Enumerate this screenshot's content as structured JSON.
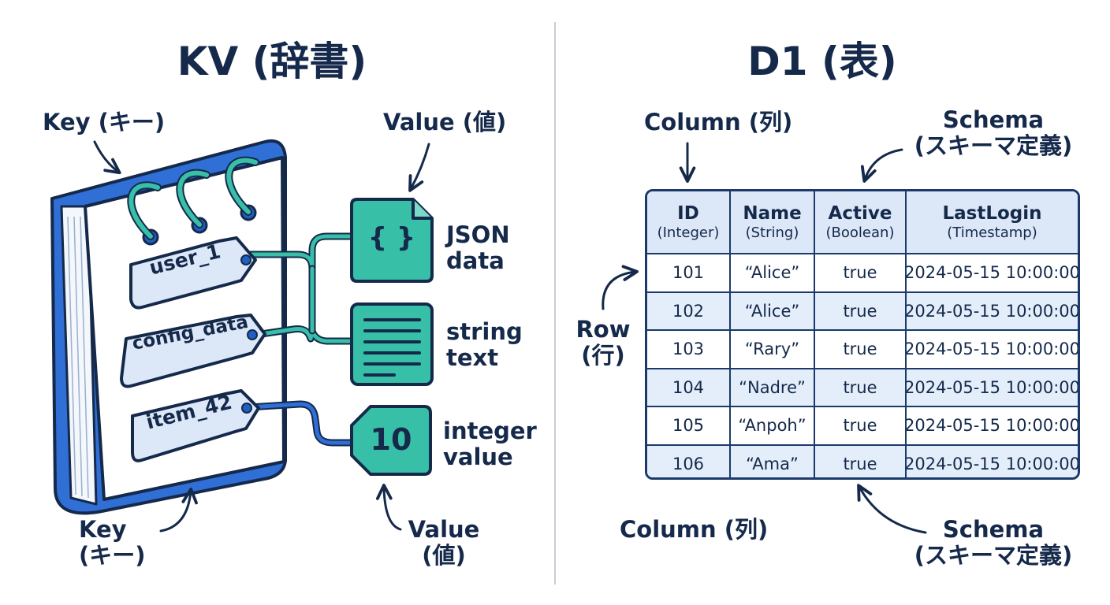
{
  "kv": {
    "title": "KV (辞書)",
    "key_label_top": "Key (キー)",
    "value_label_top": "Value (値)",
    "key_label_bottom": [
      "Key",
      "(キー)"
    ],
    "value_label_bottom": [
      "Value",
      "(値)"
    ],
    "keys": [
      "user_1",
      "config_data",
      "item_42"
    ],
    "values": [
      {
        "icon": "{ }",
        "caption": [
          "JSON",
          "data"
        ],
        "icon_name": "json-file-icon"
      },
      {
        "icon": "",
        "caption": [
          "string",
          "text"
        ],
        "icon_name": "text-lines-icon"
      },
      {
        "icon": "10",
        "caption": [
          "integer",
          "value"
        ],
        "icon_name": "integer-badge-icon"
      }
    ]
  },
  "d1": {
    "title": "D1 (表)",
    "column_label_top": "Column (列)",
    "schema_label_top": [
      "Schema",
      "(スキーマ定義)"
    ],
    "row_label": [
      "Row",
      "(行)"
    ],
    "column_label_bottom": "Column (列)",
    "schema_label_bottom": [
      "Schema",
      "(スキーマ定義)"
    ],
    "table": {
      "headers": [
        {
          "name": "ID",
          "type": "(Integer)"
        },
        {
          "name": "Name",
          "type": "(String)"
        },
        {
          "name": "Active",
          "type": "(Boolean)"
        },
        {
          "name": "LastLogin",
          "type": "(Timestamp)"
        }
      ],
      "rows": [
        [
          "101",
          "“Alice”",
          "true",
          "2024-05-15 10:00:00"
        ],
        [
          "102",
          "“Alice”",
          "true",
          "2024-05-15 10:00:00"
        ],
        [
          "103",
          "“Rary”",
          "true",
          "2024-05-15 10:00:00"
        ],
        [
          "104",
          "“Nadre”",
          "true",
          "2024-05-15 10:00:00"
        ],
        [
          "105",
          "“Anpoh”",
          "true",
          "2024-05-15 10:00:00"
        ],
        [
          "106",
          "“Ama”",
          "true",
          "2024-05-15 10:00:00"
        ]
      ]
    }
  },
  "colors": {
    "navy": "#15294b",
    "binder_blue": "#2f6fd6",
    "teal": "#37bfa7",
    "tag_fill": "#dce8f7",
    "row_alt": "#e3eefa"
  }
}
